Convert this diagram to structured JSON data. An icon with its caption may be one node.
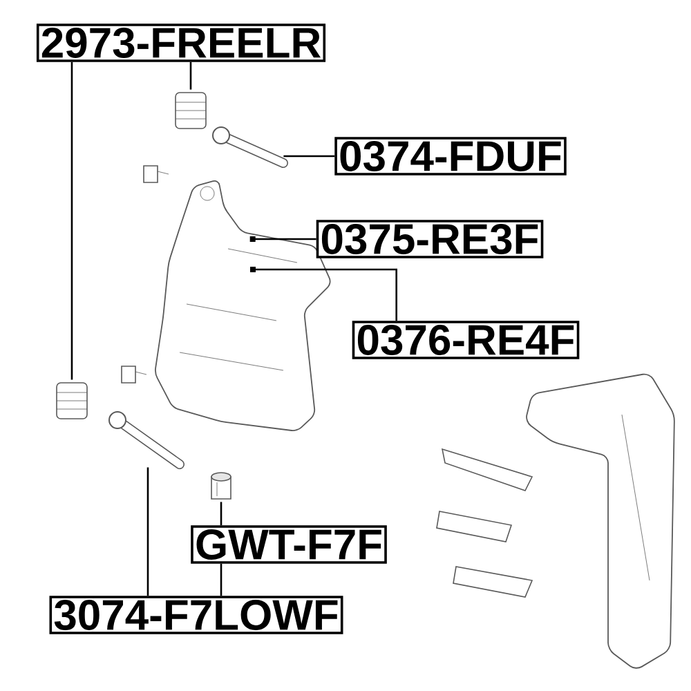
{
  "diagram": {
    "nodes": [
      {
        "text": [
          "2973-FREELR"
        ]
      },
      {
        "text": [
          "0374-FDUF"
        ]
      },
      {
        "text": [
          "0375-RE3F"
        ]
      },
      {
        "text": [
          "0376-RE4F"
        ]
      },
      {
        "text": [
          "GWT-F7F"
        ]
      },
      {
        "text": [
          "3074-F7LOWF"
        ]
      },
      {
        "text": [],
        "shape": "picture"
      },
      {
        "text": [],
        "shape": "picture"
      },
      {
        "text": [],
        "shape": "picture"
      },
      {
        "text": [],
        "shape": "picture"
      },
      {
        "text": [],
        "shape": "picture"
      }
    ],
    "edges": [
      {
        "from": 0,
        "to": 6,
        "arrow": "none"
      },
      {
        "from": 0,
        "to": 7,
        "arrow": "none"
      },
      {
        "from": 1,
        "to": 8,
        "arrow": "none"
      },
      {
        "from": 2,
        "to": null,
        "arrow": "other"
      },
      {
        "from": 3,
        "to": null,
        "arrow": "other"
      },
      {
        "from": 4,
        "to": 10,
        "arrow": "none"
      },
      {
        "from": 5,
        "to": 9,
        "arrow": "none"
      },
      {
        "from": 5,
        "to": 4,
        "arrow": "none"
      }
    ]
  }
}
